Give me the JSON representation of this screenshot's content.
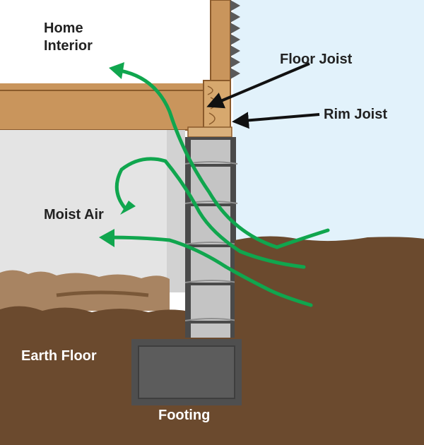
{
  "labels": {
    "home_interior_line1": "Home",
    "home_interior_line2": "Interior",
    "floor_joist": "Floor Joist",
    "rim_joist": "Rim Joist",
    "moist_air": "Moist Air",
    "earth_floor": "Earth Floor",
    "footing": "Footing"
  },
  "colors": {
    "sky": "#e2f2fb",
    "interior": "#ffffff",
    "wood": "#c9955c",
    "wood_dark": "#8a5a2b",
    "crawlspace_wall": "#e4e4e4",
    "block": "#bdbdbd",
    "block_frame": "#4a4a4a",
    "earth": "#6b4a2e",
    "gravel": "#a88462",
    "footing": "#4f4f4f",
    "airflow": "#10a64e",
    "arrow": "#111111"
  },
  "icons": {
    "airflow_arrow": "green-curved-arrow-icon",
    "pointer_arrow": "black-pointer-arrow-icon"
  }
}
